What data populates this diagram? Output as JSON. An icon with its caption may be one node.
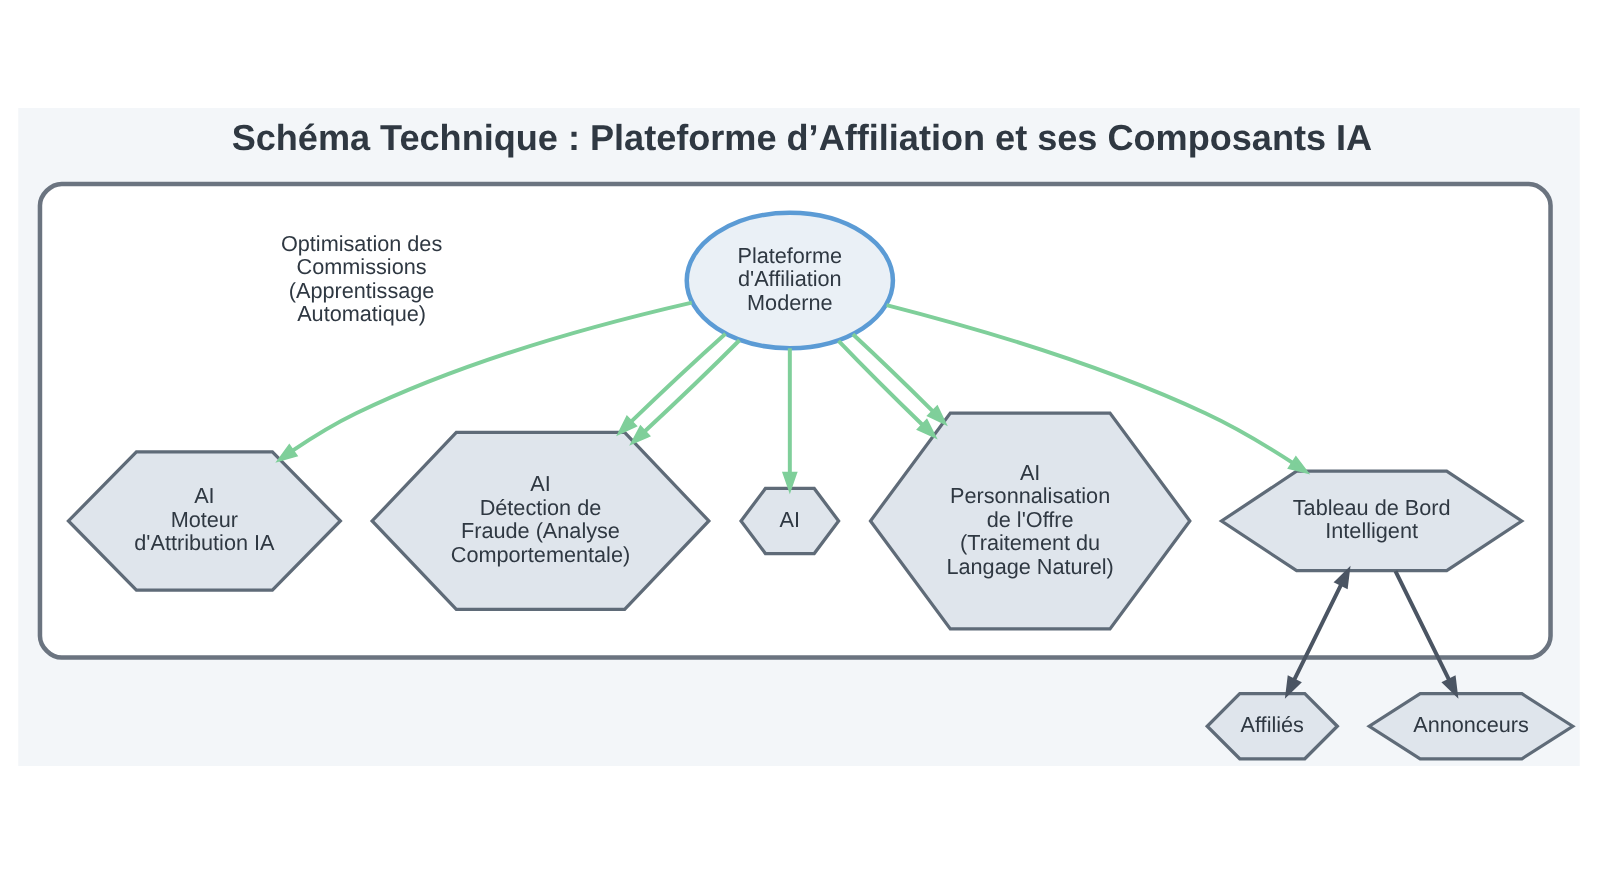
{
  "diagram": {
    "title": "Schéma Technique : Plateforme d’Affiliation et ses Composants IA",
    "nodes": [
      {
        "text": [],
        "shape": "box"
      },
      {
        "text": [
          "AI"
        ],
        "in": 0
      },
      {
        "text": [
          "AI",
          "Moteur d'Attribution IA"
        ],
        "in": 0
      },
      {
        "text": [
          "Plateforme d'Affiliation Moderne"
        ],
        "in": 0
      },
      {
        "text": [
          "Tableau de Bord Intelligent"
        ],
        "in": 0
      },
      {
        "text": [
          "AI",
          "Détection de Fraude (Analyse Comportementale)"
        ],
        "in": 0
      },
      {
        "text": [
          "AI",
          "Personnalisation de l'Offre (Traitement du Langage Naturel)"
        ],
        "in": 0
      },
      {
        "text": [
          "Affiliés"
        ]
      },
      {
        "text": [
          "Annonceurs"
        ]
      }
    ],
    "edges": [
      {
        "from": 3,
        "to": 1,
        "arrow": "to"
      },
      {
        "from": 3,
        "to": 2,
        "arrow": "to"
      },
      {
        "from": 3,
        "to": 4,
        "arrow": "to"
      },
      {
        "from": 3,
        "to": 5,
        "arrow": "to"
      },
      {
        "from": 3,
        "to": 5,
        "arrow": "to"
      },
      {
        "from": 3,
        "to": 6,
        "arrow": "to"
      },
      {
        "from": 3,
        "to": 6,
        "arrow": "to"
      },
      {
        "from": 4,
        "to": 7,
        "arrow": "both",
        "color": "#4b5563"
      },
      {
        "from": 4,
        "to": 8,
        "arrow": "to",
        "color": "#4b5563"
      }
    ],
    "labels": [
      "Optimisation des Commissions (Apprentissage Automatique)"
    ]
  }
}
